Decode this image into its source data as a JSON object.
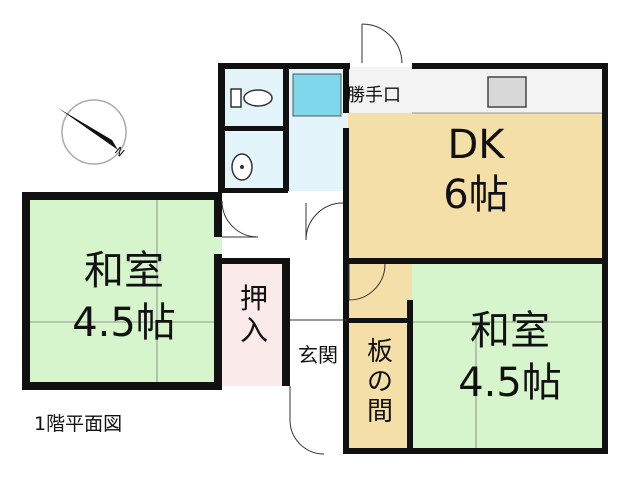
{
  "rooms": {
    "dk": {
      "name": "DK",
      "size": "6帖"
    },
    "washitsu_left": {
      "name": "和室",
      "size": "4.5帖"
    },
    "washitsu_right": {
      "name": "和室",
      "size": "4.5帖"
    }
  },
  "labels": {
    "oshiire": "押入",
    "genkan": "玄関",
    "itanoma": "板の間",
    "katteguchi": "勝手口"
  },
  "compass": {
    "north": "N"
  },
  "caption": "1階平面図",
  "colors": {
    "washitsu": "#d6f5cc",
    "dk": "#f5dfa8",
    "wet": "#e3f5fb",
    "oshiire": "#fbeaea",
    "wall": "#111111",
    "bath": "#7fd7ec"
  }
}
